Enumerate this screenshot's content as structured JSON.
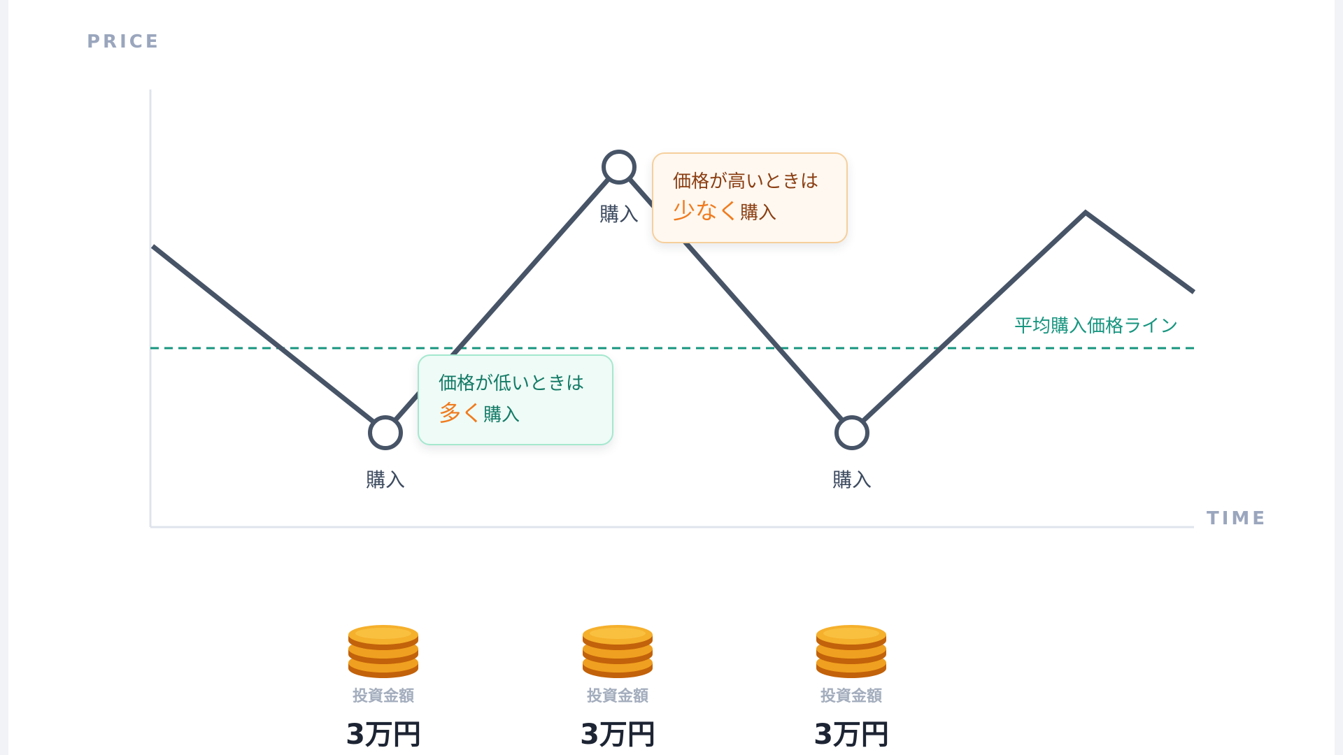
{
  "axes": {
    "y_label": "PRICE",
    "x_label": "TIME"
  },
  "buy_points": [
    {
      "label": "購入",
      "level": "low"
    },
    {
      "label": "購入",
      "level": "high"
    },
    {
      "label": "購入",
      "level": "low"
    }
  ],
  "callouts": {
    "low": {
      "line1": "価格が低いときは",
      "emphasis": "多く",
      "tail": "購入"
    },
    "high": {
      "line1": "価格が高いときは",
      "emphasis": "少なく",
      "tail": "購入"
    }
  },
  "average_line": {
    "label": "平均購入価格ライン"
  },
  "investments": [
    {
      "label": "投資金額",
      "amount": "3万円"
    },
    {
      "label": "投資金額",
      "amount": "3万円"
    },
    {
      "label": "投資金額",
      "amount": "3万円"
    }
  ],
  "colors": {
    "price_line": "#475467",
    "average_line": "#17957f",
    "emphasis": "#f07b1e",
    "coin": "#f0a020"
  },
  "icons": {
    "coin_stack": "coin-stack-icon"
  }
}
